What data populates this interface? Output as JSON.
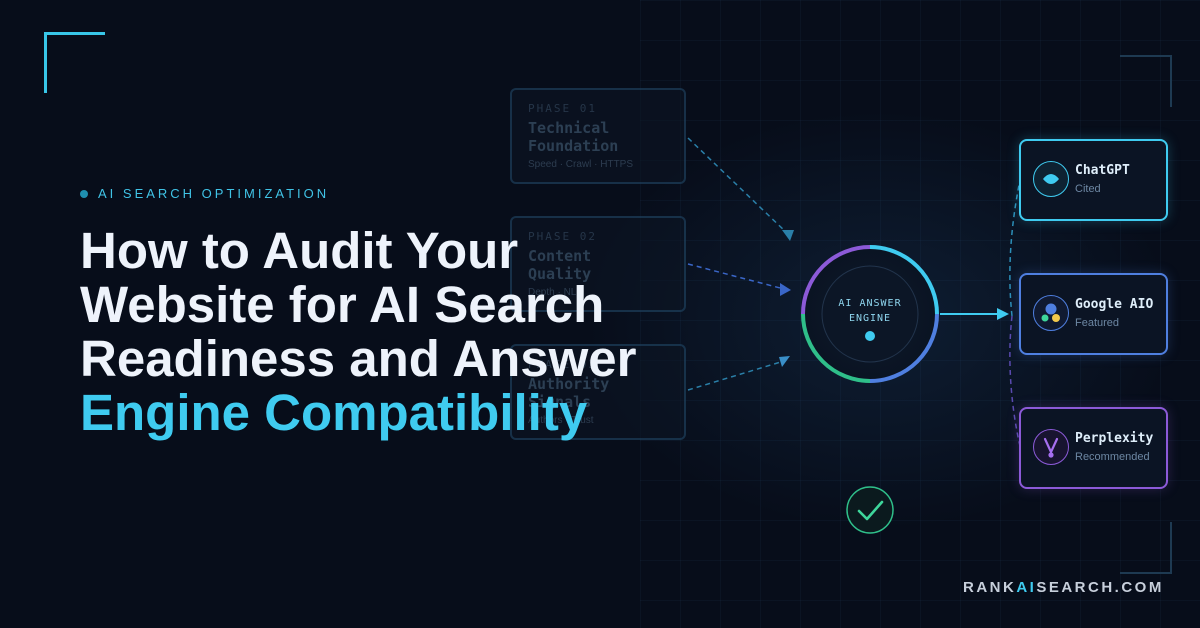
{
  "eyebrow": "AI SEARCH OPTIMIZATION",
  "headline": {
    "line1": "How to Audit Your",
    "line2": "Website for AI Search",
    "line3": "Readiness and Answer",
    "line4_accent": "Engine Compatibility"
  },
  "phases": [
    {
      "tag": "PHASE 01",
      "title": "Technical\nFoundation",
      "meta": "Speed · Crawl · HTTPS"
    },
    {
      "tag": "PHASE 02",
      "title": "Content\nQuality",
      "meta": "Depth · NLQ"
    },
    {
      "tag": "PHASE 03",
      "title": "Authority\nSignals",
      "meta": "Authors · Trust"
    }
  ],
  "engine": {
    "line1": "AI ANSWER",
    "line2": "ENGINE"
  },
  "engines": [
    {
      "name": "ChatGPT",
      "status": "Cited",
      "icon": "chatgpt-icon",
      "color": "#3fcbf0"
    },
    {
      "name": "Google AIO",
      "status": "Featured",
      "icon": "google-aio-icon",
      "color": "#4f7fe0"
    },
    {
      "name": "Perplexity",
      "status": "Recommended",
      "icon": "perplexity-icon",
      "color": "#8c5ad8"
    }
  ],
  "brand": {
    "prefix": "RANK",
    "accent": "AI",
    "suffix": "SEARCH.COM"
  },
  "colors": {
    "background": "#070d1a",
    "accent": "#3fcbf0",
    "chatgpt": "#3fcbf0",
    "google": "#4f7fe0",
    "perplexity": "#8c5ad8",
    "check": "#3ed69b"
  }
}
